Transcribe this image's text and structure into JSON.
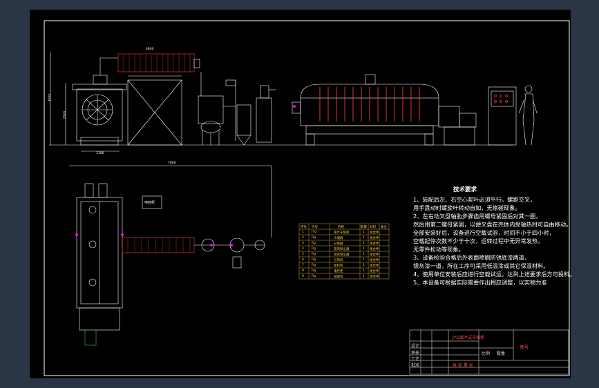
{
  "tech_requirements": {
    "title": "技术要求",
    "lines": [
      "1、装配后左、右空心浆叶必须平行，螺距交叉，",
      "    用手盘动时螺旋叶转动自如，无擦碰现象。",
      "2、左右动叉盘轴肋步骤齿用螺母紧固后对其一圈，",
      "    然后用第二螺母紧固，以便叉盘在壳体内受轴热时可自由移动。",
      "    全部安装好后，设备进行空载试验，时间不小于四小时，",
      "    空载起停次数不少于十次，运转过程中无异常发热，",
      "    无零件松动等现象。",
      "3、设备检验合格后外表面喷刷防锈底漆两道，",
      "    银灰漆一道，所在工序可采用低温漆或其它保温材料。",
      "4、使用单位安装后应进行空载试运，达到上述要求后方可投料。",
      "5、本设备可根据实际需要作出相应调整，以实物为准"
    ]
  },
  "title_block": {
    "drawing_name": "JYG桨叶式干燥机",
    "drawing_no": "图号",
    "scale_label": "比例",
    "total_weight": "数量",
    "sheet_info": "共   张   第   张",
    "design": "设计",
    "check": "审核",
    "process": "工艺",
    "approve": "批准"
  },
  "parts_table": {
    "headers": [
      "序号",
      "代号",
      "名称",
      "数量",
      "材料",
      "备注"
    ],
    "rows": [
      [
        "1",
        "JYG",
        "桨叶干燥机",
        "1",
        "组合件",
        ""
      ],
      [
        "2",
        "Rg",
        "冷凝器",
        "1",
        "组合件",
        ""
      ],
      [
        "3",
        "Rg",
        "分离器",
        "1",
        "组合件",
        ""
      ],
      [
        "4",
        "Rg",
        "旋风除尘器",
        "1",
        "组合件",
        ""
      ],
      [
        "5",
        "Rg",
        "袋式除尘器",
        "1",
        "组合件",
        ""
      ],
      [
        "6",
        "Rg",
        "引风机",
        "1",
        "组合件",
        ""
      ],
      [
        "7",
        "Rg",
        "加料机",
        "1",
        "组合件",
        ""
      ],
      [
        "8",
        "Rg",
        "电控柜",
        "1",
        "组合件",
        ""
      ],
      [
        "9",
        "Rg",
        "减速机",
        "1",
        "组合件",
        ""
      ]
    ]
  },
  "dimensions": {
    "height_1": "3000",
    "height_2": "2500",
    "width_1": "1100",
    "length_top": "7800",
    "length_mid": "4800"
  },
  "plan_label": "电控柜",
  "colors": {
    "line": "#ffffff",
    "accent_red": "#ff3b3b",
    "accent_magenta": "#ff00ff",
    "accent_yellow": "#ffd24a",
    "accent_green": "#34c759",
    "accent_cyan": "#00e5ff"
  }
}
